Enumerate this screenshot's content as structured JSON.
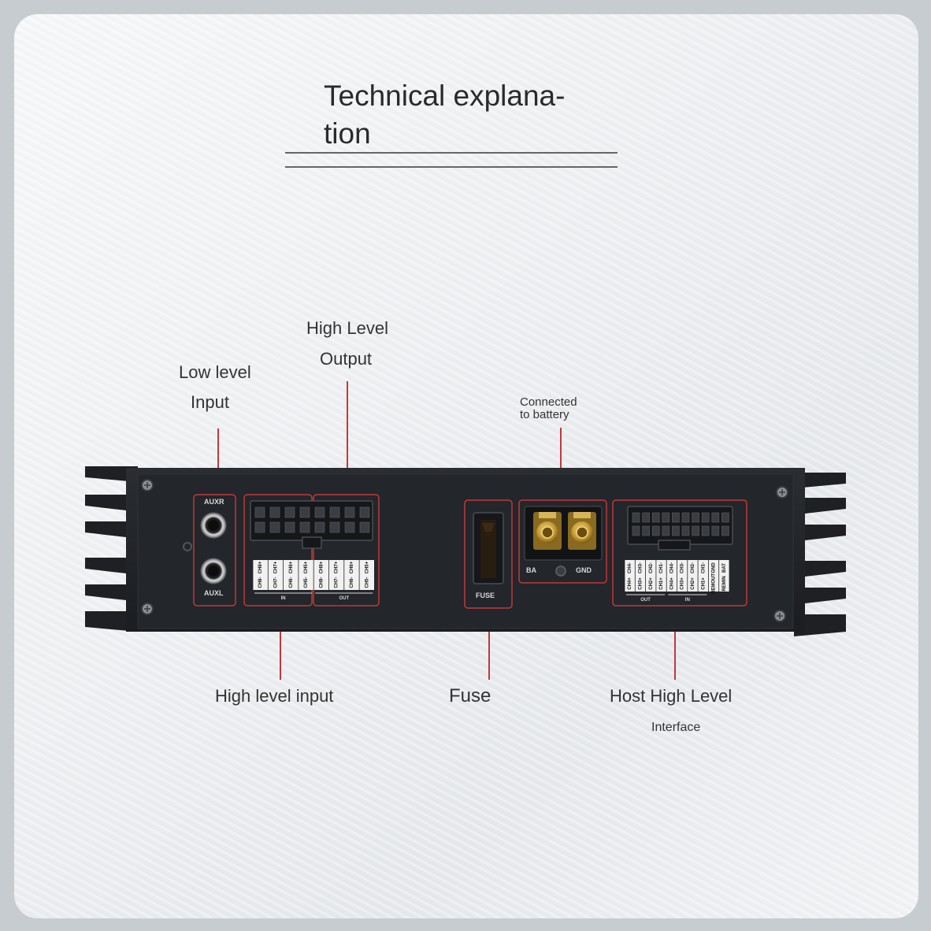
{
  "title": "Technical explana-\ntion",
  "callouts": {
    "low_level_input": {
      "line1": "Low level",
      "line2": "Input"
    },
    "high_level_output": {
      "line1": "High Level",
      "line2": "Output"
    },
    "connected_battery": {
      "line1": "Connected",
      "line2": "to battery"
    },
    "high_level_input": "High level input",
    "fuse": "Fuse",
    "host_high_level": {
      "line1": "Host High Level",
      "line2": "Interface"
    }
  },
  "panel": {
    "aux_r": "AUXR",
    "aux_l": "AUXL",
    "fuse": "FUSE",
    "ba": "BA",
    "gnd": "GND",
    "in": "IN",
    "out": "OUT",
    "conn_a_top": [
      "CH8+",
      "CH7+",
      "CH6+",
      "CH5+"
    ],
    "conn_a_bot": [
      "CH8-",
      "CH7-",
      "CH6-",
      "CH5-"
    ],
    "conn_b_top": [
      "CH8+",
      "CH7+",
      "CH6+",
      "CH5+"
    ],
    "conn_b_bot": [
      "CH8-",
      "CH7-",
      "CH6-",
      "CH5-"
    ],
    "host_top": [
      "CH4-",
      "CH3-",
      "CH2-",
      "CH1-",
      "CH4-",
      "CH3-",
      "CH2-",
      "CH1-",
      "GND",
      "BAT"
    ],
    "host_bot": [
      "CH4+",
      "CH3+",
      "CH2+",
      "CH1+",
      "CH4+",
      "CH3+",
      "CH2+",
      "CH1+",
      "REMOUT",
      "REMIN"
    ]
  },
  "colors": {
    "accent_red": "#c0393b",
    "body": "#202327",
    "terminal_gold": "#c9a13a"
  }
}
